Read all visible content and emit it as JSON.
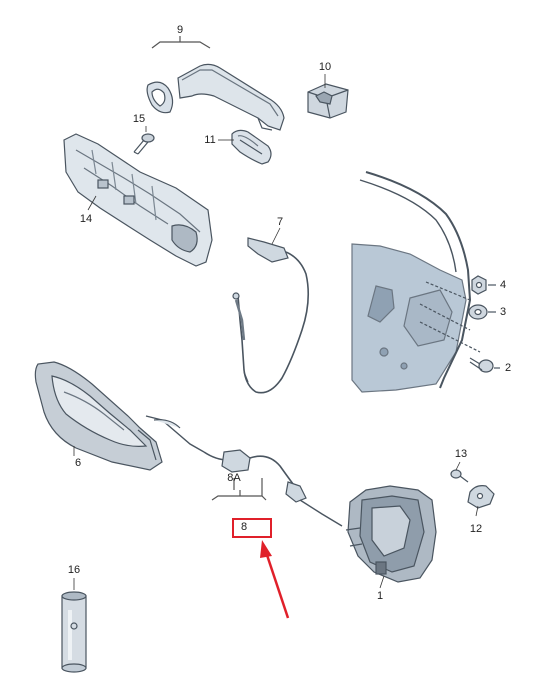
{
  "labels": {
    "c1": "1",
    "c2": "2",
    "c3": "3",
    "c4": "4",
    "c6": "6",
    "c7": "7",
    "c8": "8",
    "c8a": "8A",
    "c9": "9",
    "c10": "10",
    "c11": "11",
    "c12": "12",
    "c13": "13",
    "c14": "14",
    "c15": "15",
    "c16": "16"
  },
  "highlight": {
    "color": "#e0202a"
  }
}
